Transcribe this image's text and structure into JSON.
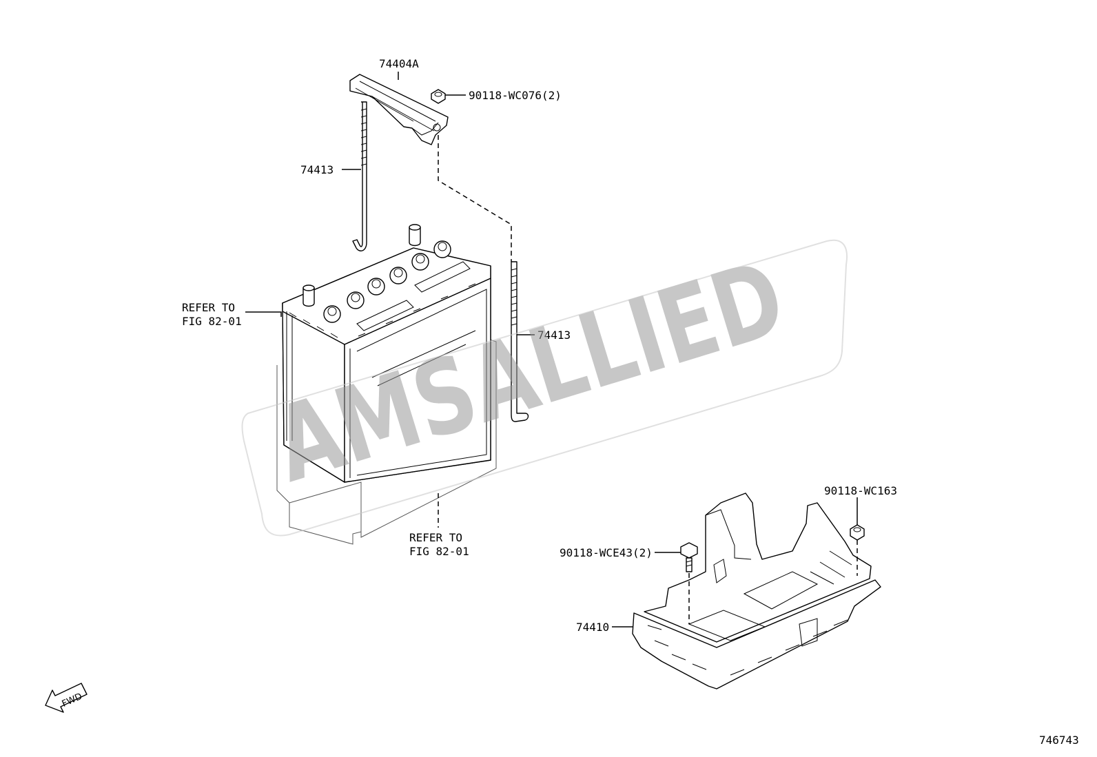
{
  "callouts": {
    "hold_down_clamp": "74404A",
    "nut_top": "90118-WC076(2)",
    "rod_left": "74413",
    "rod_right": "74413",
    "refer_battery_1": "REFER TO",
    "refer_battery_2": "FIG 82-01",
    "refer_bottom_1": "REFER TO",
    "refer_bottom_2": "FIG 82-01",
    "nut_tray": "90118-WC163",
    "bolt_tray": "90118-WCE43(2)",
    "battery_tray": "74410"
  },
  "fwd_arrow": "FWD",
  "figure_id": "746743",
  "watermark": "AMSALLIED"
}
